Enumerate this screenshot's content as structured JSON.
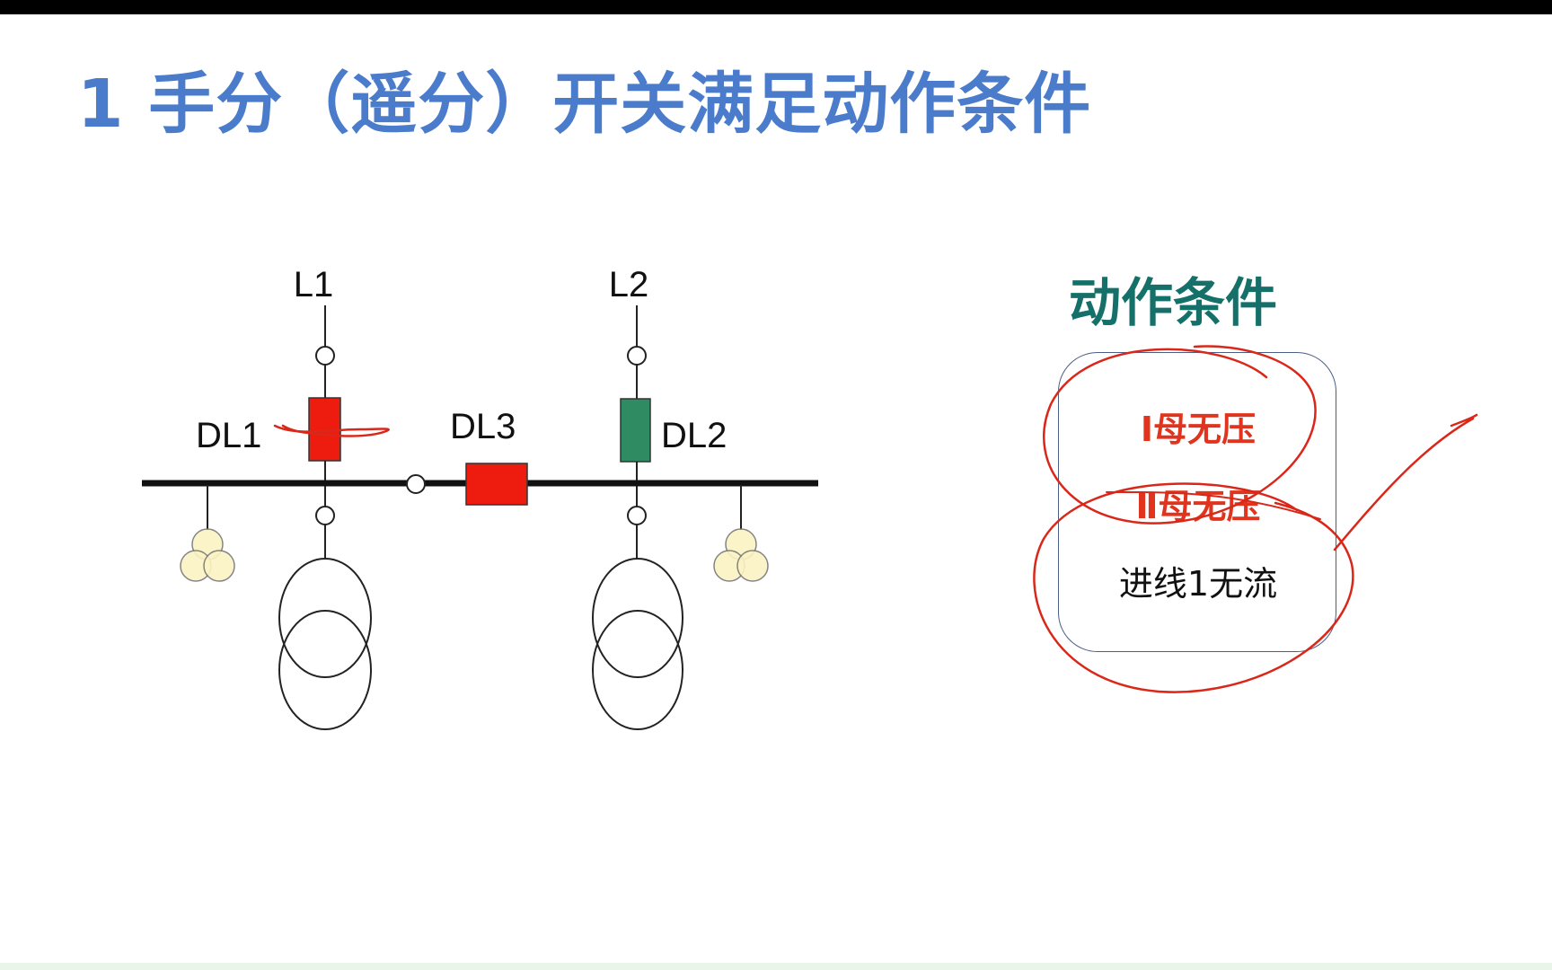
{
  "title": "1  手分（遥分）开关满足动作条件",
  "diagram": {
    "labels": {
      "l1": "L1",
      "l2": "L2",
      "dl1": "DL1",
      "dl2": "DL2",
      "dl3": "DL3"
    }
  },
  "conditions": {
    "heading": "动作条件",
    "items": [
      "Ⅰ母无压",
      "Ⅱ母无压",
      "进线1无流"
    ]
  },
  "colors": {
    "title": "#4a7ccb",
    "heading": "#147068",
    "breaker_closed": "#ee1c0e",
    "breaker_open": "#2e8b62",
    "condition_red": "#e0341e",
    "annotation": "#d9281a",
    "pt_fill": "#fbf3c4"
  }
}
